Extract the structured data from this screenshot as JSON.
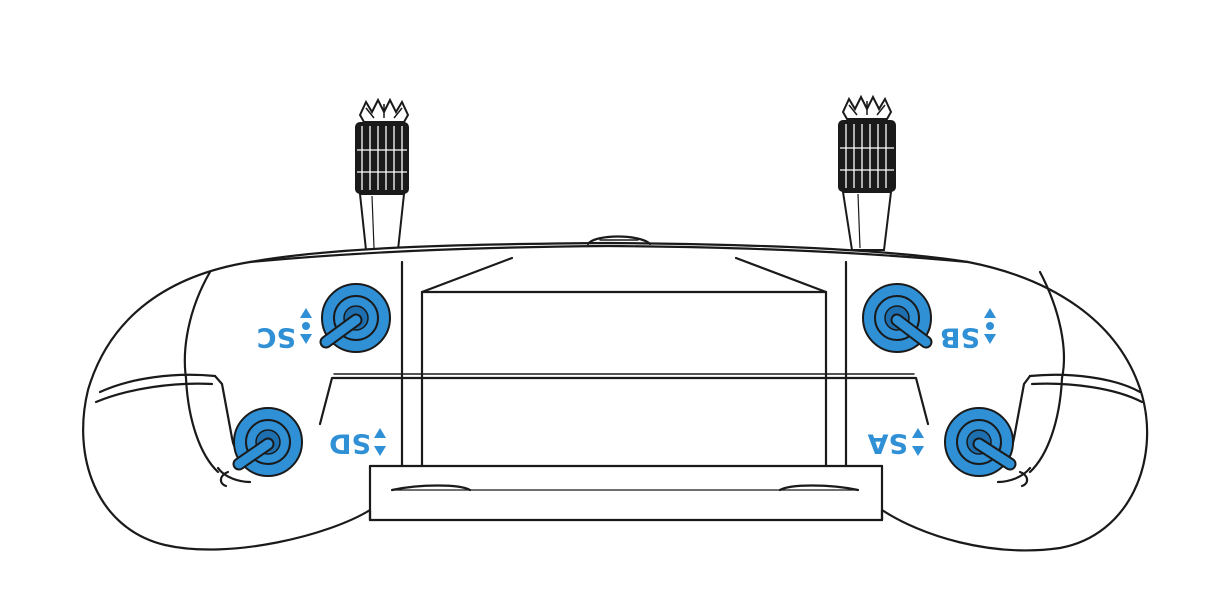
{
  "colors": {
    "outline": "#1a1a1a",
    "switch_blue": "#2f90d6",
    "switch_blue_dark": "#1d6fb0",
    "background": "#ffffff"
  },
  "switches": {
    "sa": {
      "label": "SA",
      "arrow_icon": "up-down-arrow-icon"
    },
    "sb": {
      "label": "SB",
      "arrow_icon": "up-middle-down-arrow-icon"
    },
    "sc": {
      "label": "SC",
      "arrow_icon": "up-middle-down-arrow-icon"
    },
    "sd": {
      "label": "SD",
      "arrow_icon": "up-down-arrow-icon"
    }
  },
  "antennas": [
    "left-antenna-icon",
    "right-antenna-icon"
  ]
}
